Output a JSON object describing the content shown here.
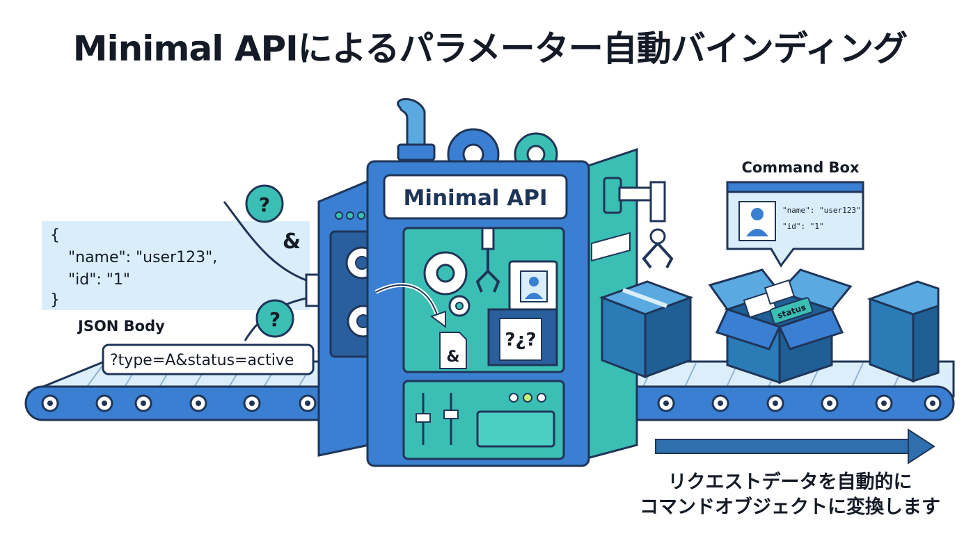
{
  "title": "Minimal APIによるパラメーター自動バインディング",
  "machine": {
    "label": "Minimal API"
  },
  "json_body": {
    "lines": [
      "{",
      "\"name\":  \"user123\",",
      "\"id\":  \"1\"",
      "}"
    ],
    "label": "JSON Body"
  },
  "query_string": "?type=A&status=active",
  "symbols": {
    "question": "?",
    "ampersand": "&",
    "scrap": "?¿?"
  },
  "command_box": {
    "label": "Command Box",
    "lines": [
      "\"name\": \"user123\"",
      "\"id\": \"1\""
    ],
    "tag": "status"
  },
  "caption": {
    "line1": "リクエストデータを自動的に",
    "line2": "コマンドオブジェクトに変換します"
  },
  "colors": {
    "machine_blue": "#3a7fd1",
    "teal": "#3bbfb4",
    "navy_outline": "#1f3558",
    "light_panel": "#d9eefa",
    "box_blue": "#2b7bb6",
    "arrow": "#2f6fad"
  }
}
